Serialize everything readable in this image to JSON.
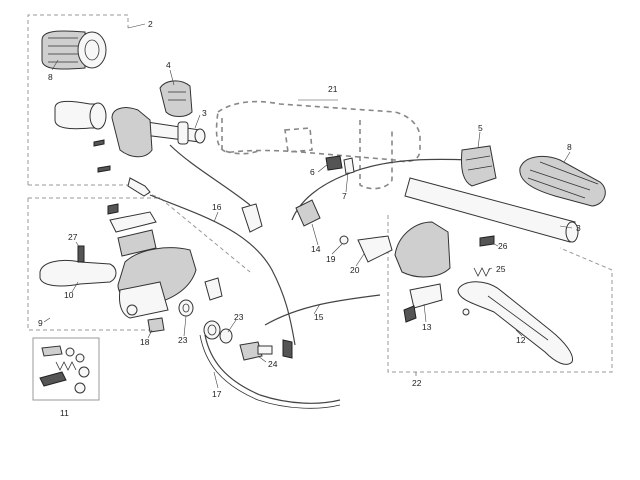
{
  "diagram": {
    "callouts": {
      "c2": "2",
      "c3a": "3",
      "c3b": "3",
      "c4": "4",
      "c5": "5",
      "c6": "6",
      "c7": "7",
      "c8a": "8",
      "c8b": "8",
      "c9": "9",
      "c10": "10",
      "c11": "11",
      "c12": "12",
      "c13": "13",
      "c14": "14",
      "c15": "15",
      "c16": "16",
      "c17": "17",
      "c18": "18",
      "c19": "19",
      "c20": "20",
      "c21": "21",
      "c22": "22",
      "c23a": "23",
      "c23b": "23",
      "c24": "24",
      "c25": "25",
      "c26": "26",
      "c27": "27"
    }
  }
}
